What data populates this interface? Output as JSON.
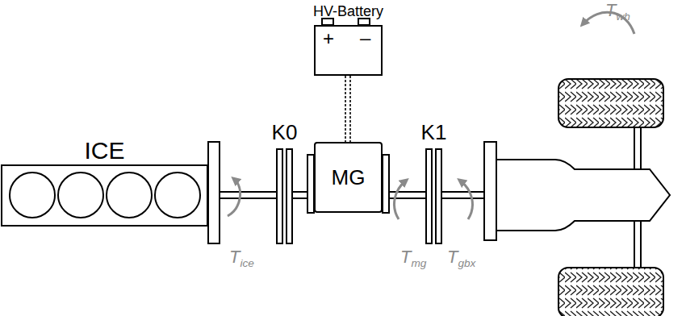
{
  "diagram": {
    "nodes": [
      {
        "text": [
          "HV-Battery"
        ]
      },
      {
        "text": [
          "ICE"
        ]
      },
      {
        "text": [
          "K0"
        ]
      },
      {
        "text": [
          "MG"
        ]
      },
      {
        "text": [
          "K1"
        ]
      }
    ],
    "edges": [
      {
        "from": 1,
        "to": 2,
        "arrow": "none"
      },
      {
        "from": 2,
        "to": 3,
        "arrow": "none"
      },
      {
        "from": 3,
        "to": 4,
        "arrow": "none"
      },
      {
        "from": 0,
        "to": 3,
        "arrow": "none"
      }
    ],
    "labels": [
      "+",
      "–",
      "Tice",
      "Tmg",
      "Tgbx",
      "Twh"
    ]
  }
}
